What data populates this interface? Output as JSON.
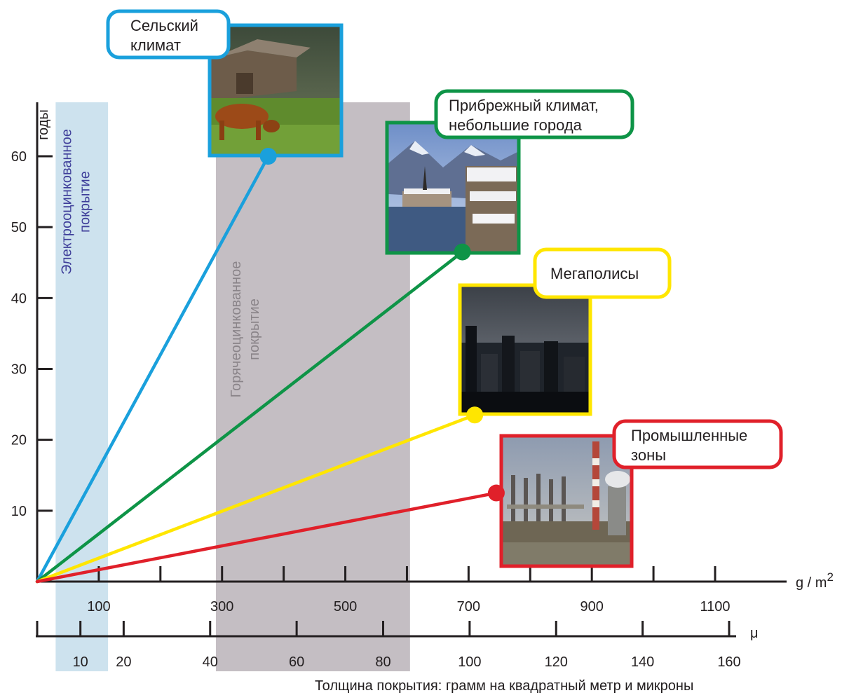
{
  "chart_data": {
    "type": "line",
    "x_unit": "g / m",
    "x_unit_exp": "2",
    "x_ticks_labeled": [
      100,
      300,
      500,
      700,
      900,
      1100
    ],
    "x_tick_range": [
      0,
      1200
    ],
    "x_tick_step": 100,
    "micron_unit": "μ",
    "micron_ticks_labeled": [
      10,
      20,
      40,
      60,
      80,
      100,
      120,
      140,
      160
    ],
    "micron_ticks_unlabeled": [
      0
    ],
    "ylabel": "годы",
    "y_ticks": [
      10,
      20,
      30,
      40,
      50,
      60
    ],
    "ylim": [
      0,
      67
    ],
    "xlabel": "Толщина покрытия: грамм на квадратный метр и микроны",
    "bands": [
      {
        "label": "Электрооцинкованное покрытие",
        "x_range": [
          30,
          115
        ],
        "color": "#cde2ee",
        "text_color": "#3f3f9a"
      },
      {
        "label": "Горячеоцинкованное покрытие",
        "x_range": [
          290,
          605
        ],
        "color": "#c4bec3",
        "text_color": "#8a8489"
      }
    ],
    "series": [
      {
        "name": "Сельский климат",
        "lines": [
          "Сельский",
          "климат"
        ],
        "color": "#1aa0dc",
        "points": [
          [
            0,
            0
          ],
          [
            375,
            60
          ]
        ],
        "photo": "barn-cow-photo"
      },
      {
        "name": "Прибрежный климат, небольшие города",
        "lines": [
          "Прибрежный климат,",
          "небольшие города"
        ],
        "color": "#0e9447",
        "points": [
          [
            0,
            0
          ],
          [
            690,
            46.5
          ]
        ],
        "photo": "lakeside-village-photo"
      },
      {
        "name": "Мегаполисы",
        "lines": [
          "Мегаполисы"
        ],
        "color": "#ffe600",
        "points": [
          [
            0,
            0
          ],
          [
            710,
            23.5
          ]
        ],
        "photo": "night-city-photo"
      },
      {
        "name": "Промышленные зоны",
        "lines": [
          "Промышленные",
          "зоны"
        ],
        "color": "#e0202a",
        "points": [
          [
            0,
            0
          ],
          [
            745,
            12.5
          ]
        ],
        "photo": "industrial-plant-photo"
      }
    ]
  }
}
